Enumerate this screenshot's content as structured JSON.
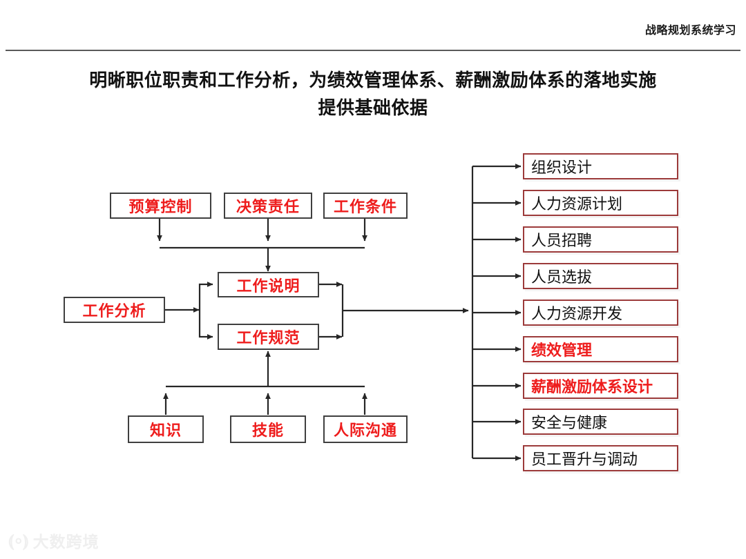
{
  "header": {
    "title": "战略规划系统学习"
  },
  "slide": {
    "title_line1": "明晰职位职责和工作分析，为绩效管理体系、薪酬激励体系的落地实施",
    "title_line2": "提供基础依据"
  },
  "colors": {
    "red_text": "#ee1c1c",
    "left_border": "#3f3f3f",
    "right_border": "#9c3a3a",
    "line": "#262626",
    "rule": "#595959",
    "watermark": "#efefef"
  },
  "chart_data": {
    "type": "diagram",
    "title": "明晰职位职责和工作分析，为绩效管理体系、薪酬激励体系的落地实施提供基础依据",
    "nodes": {
      "inputs_top": [
        {
          "id": "budget-control",
          "label": "预算控制"
        },
        {
          "id": "decision-responsibility",
          "label": "决策责任"
        },
        {
          "id": "work-conditions",
          "label": "工作条件"
        }
      ],
      "source": {
        "id": "job-analysis",
        "label": "工作分析"
      },
      "outputs_mid": [
        {
          "id": "job-description",
          "label": "工作说明"
        },
        {
          "id": "job-specification",
          "label": "工作规范"
        }
      ],
      "inputs_bottom": [
        {
          "id": "knowledge",
          "label": "知识"
        },
        {
          "id": "skills",
          "label": "技能"
        },
        {
          "id": "interpersonal-communication",
          "label": "人际沟通"
        }
      ],
      "applications": [
        {
          "id": "organization-design",
          "label": "组织设计",
          "accent": false
        },
        {
          "id": "hr-planning",
          "label": "人力资源计划",
          "accent": false
        },
        {
          "id": "recruitment",
          "label": "人员招聘",
          "accent": false
        },
        {
          "id": "selection",
          "label": "人员选拔",
          "accent": false
        },
        {
          "id": "hr-development",
          "label": "人力资源开发",
          "accent": false
        },
        {
          "id": "performance-management",
          "label": "绩效管理",
          "accent": true
        },
        {
          "id": "compensation-incentive-design",
          "label": "薪酬激励体系设计",
          "accent": true
        },
        {
          "id": "safety-health",
          "label": "安全与健康",
          "accent": false
        },
        {
          "id": "promotion-transfer",
          "label": "员工晋升与调动",
          "accent": false
        }
      ]
    },
    "edges": [
      {
        "from": "budget-control",
        "to": "job-description"
      },
      {
        "from": "decision-responsibility",
        "to": "job-description"
      },
      {
        "from": "work-conditions",
        "to": "job-description"
      },
      {
        "from": "job-analysis",
        "to": "job-description"
      },
      {
        "from": "job-analysis",
        "to": "job-specification"
      },
      {
        "from": "knowledge",
        "to": "job-specification"
      },
      {
        "from": "skills",
        "to": "job-specification"
      },
      {
        "from": "interpersonal-communication",
        "to": "job-specification"
      },
      {
        "from": "job-description",
        "to": "applications-trunk"
      },
      {
        "from": "job-specification",
        "to": "applications-trunk"
      },
      {
        "from": "applications-trunk",
        "to": "organization-design"
      },
      {
        "from": "applications-trunk",
        "to": "hr-planning"
      },
      {
        "from": "applications-trunk",
        "to": "recruitment"
      },
      {
        "from": "applications-trunk",
        "to": "selection"
      },
      {
        "from": "applications-trunk",
        "to": "hr-development"
      },
      {
        "from": "applications-trunk",
        "to": "performance-management"
      },
      {
        "from": "applications-trunk",
        "to": "compensation-incentive-design"
      },
      {
        "from": "applications-trunk",
        "to": "safety-health"
      },
      {
        "from": "applications-trunk",
        "to": "promotion-transfer"
      }
    ]
  },
  "watermark": {
    "mark": "⦅∘⦆",
    "text": "大数跨境"
  }
}
